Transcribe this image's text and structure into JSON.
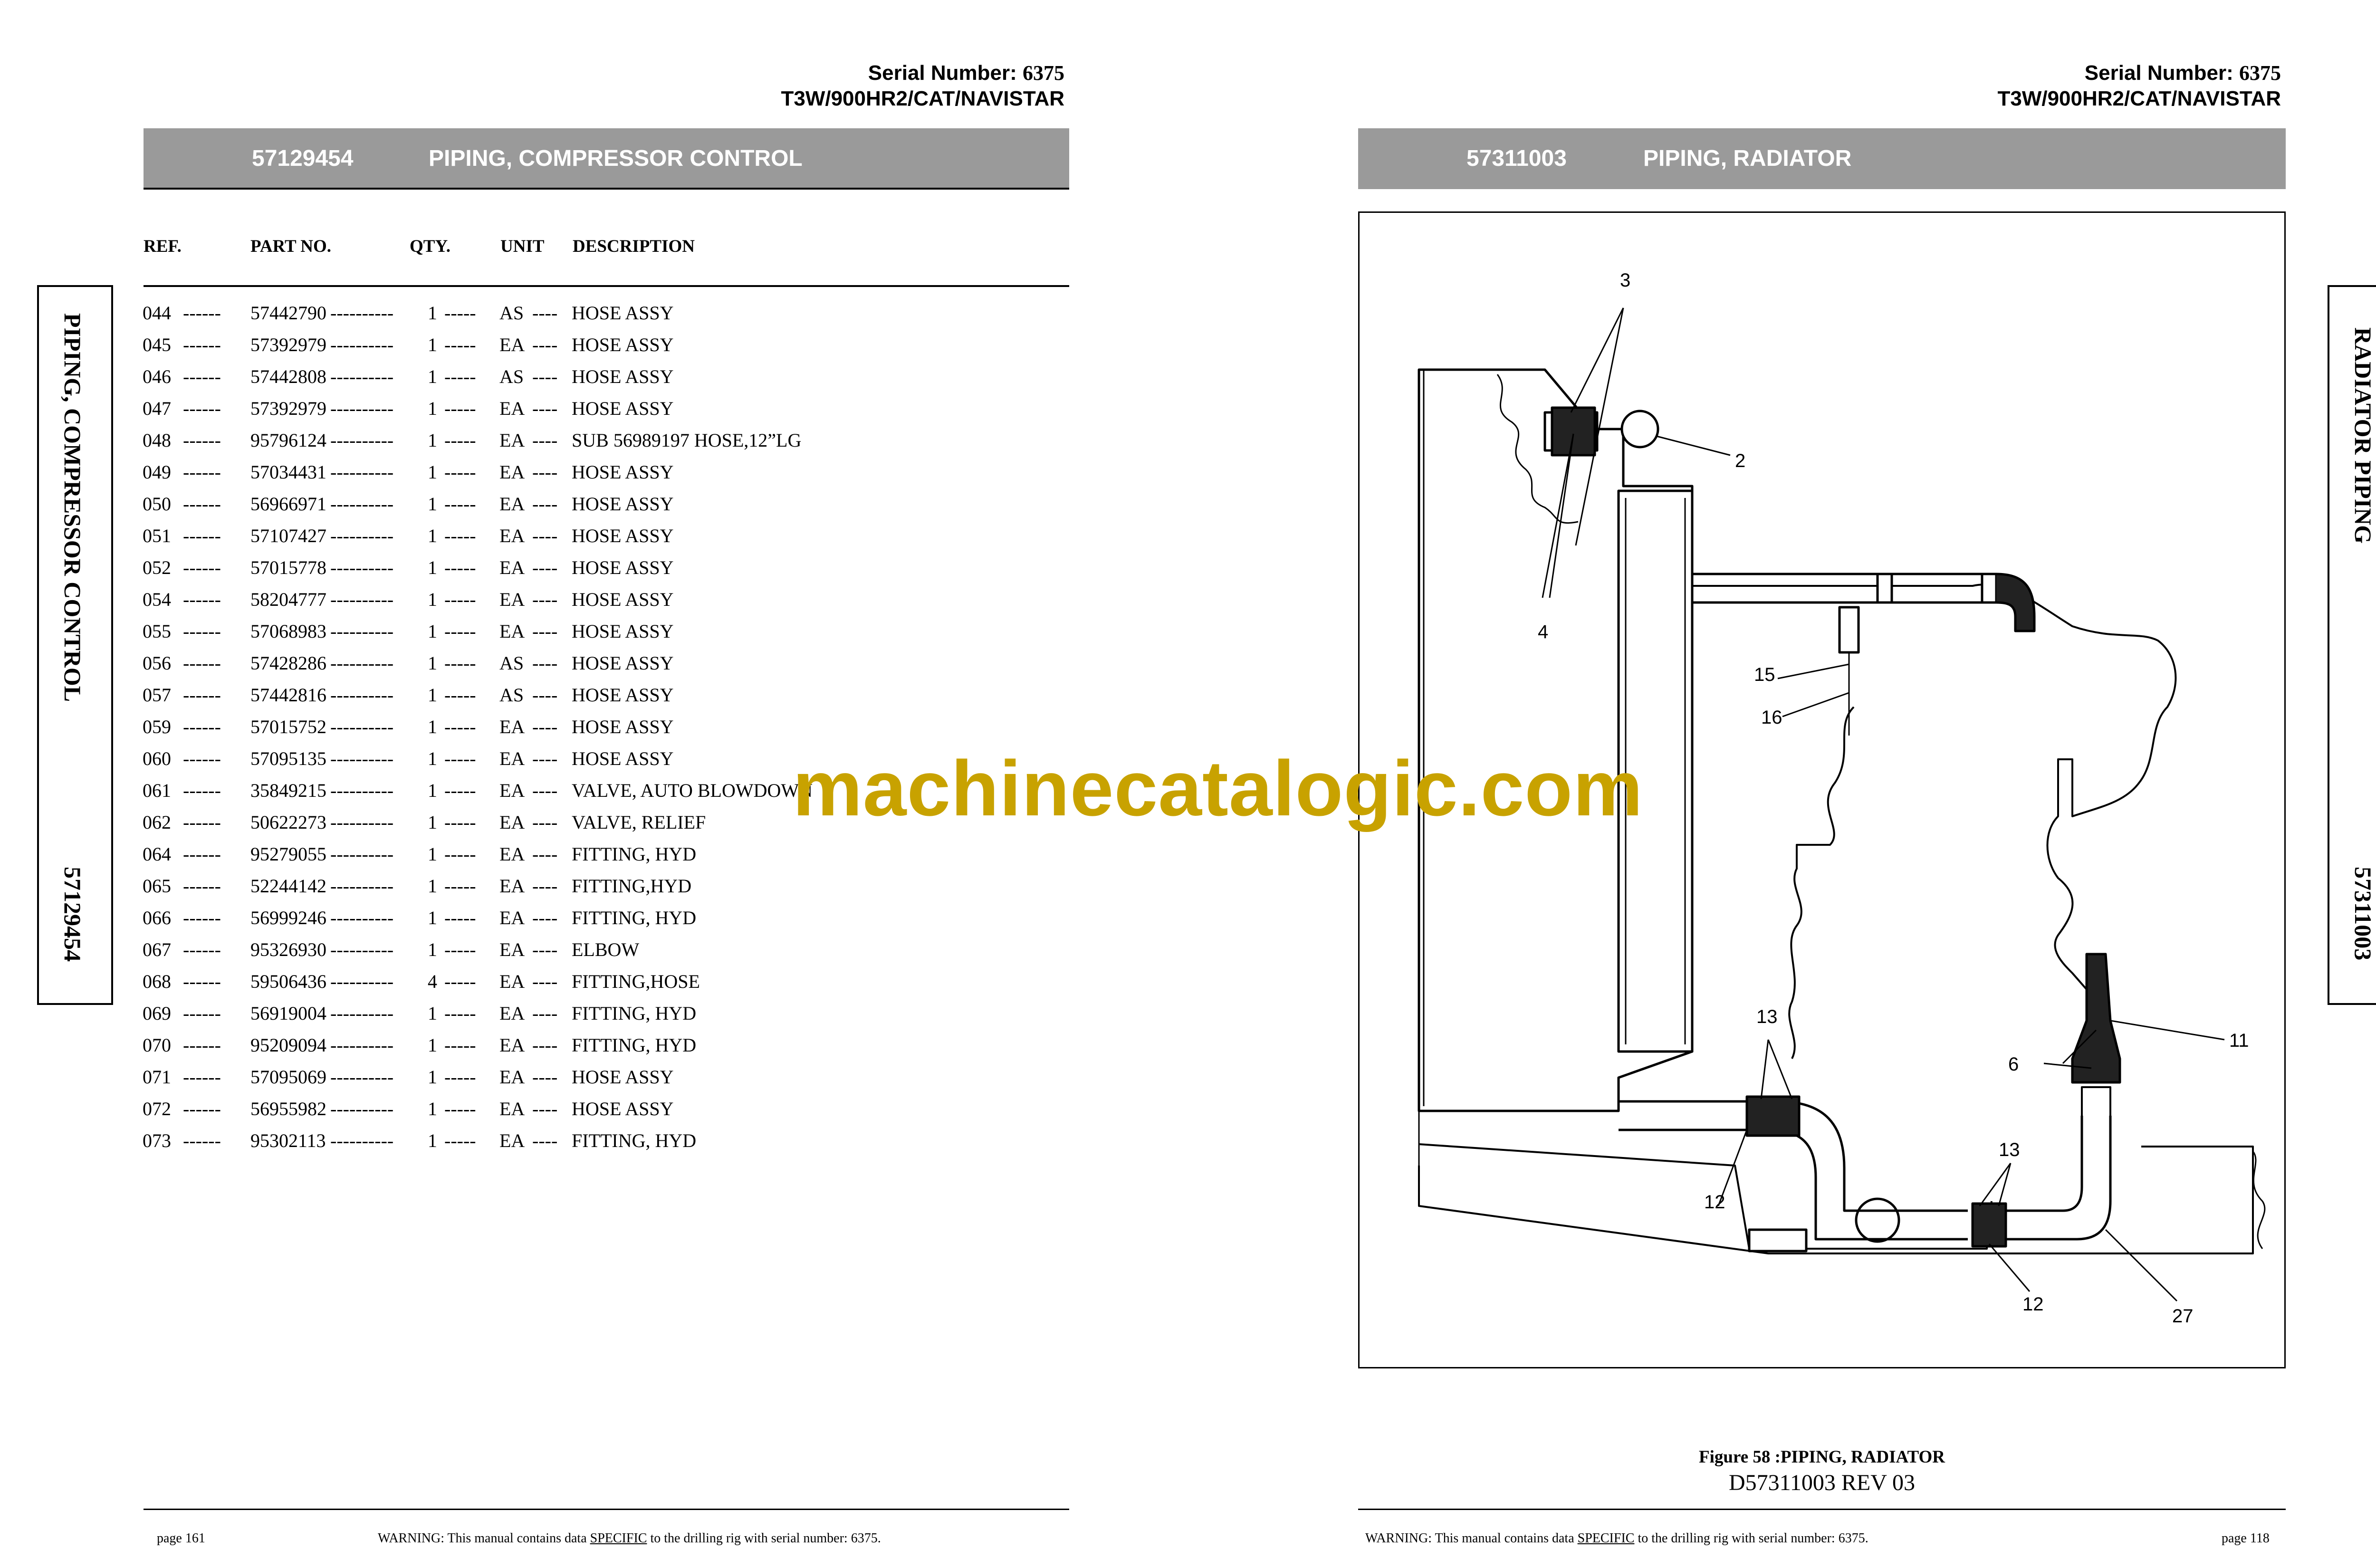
{
  "left_page": {
    "serial_label": "Serial Number:",
    "serial_number": "6375",
    "model": "T3W/900HR2/CAT/NAVISTAR",
    "section_number": "57129454",
    "section_title": "PIPING, COMPRESSOR CONTROL",
    "columns": {
      "ref": "REF.",
      "part_no": "PART NO.",
      "qty": "QTY.",
      "unit": "UNIT",
      "description": "DESCRIPTION"
    },
    "parts": [
      {
        "ref": "044",
        "part": "57442790",
        "qty": "1",
        "unit": "AS",
        "desc": "HOSE ASSY"
      },
      {
        "ref": "045",
        "part": "57392979",
        "qty": "1",
        "unit": "EA",
        "desc": "HOSE ASSY"
      },
      {
        "ref": "046",
        "part": "57442808",
        "qty": "1",
        "unit": "AS",
        "desc": "HOSE ASSY"
      },
      {
        "ref": "047",
        "part": "57392979",
        "qty": "1",
        "unit": "EA",
        "desc": "HOSE ASSY"
      },
      {
        "ref": "048",
        "part": "95796124",
        "qty": "1",
        "unit": "EA",
        "desc": "SUB 56989197 HOSE,12”LG"
      },
      {
        "ref": "049",
        "part": "57034431",
        "qty": "1",
        "unit": "EA",
        "desc": "HOSE ASSY"
      },
      {
        "ref": "050",
        "part": "56966971",
        "qty": "1",
        "unit": "EA",
        "desc": "HOSE ASSY"
      },
      {
        "ref": "051",
        "part": "57107427",
        "qty": "1",
        "unit": "EA",
        "desc": "HOSE ASSY"
      },
      {
        "ref": "052",
        "part": "57015778",
        "qty": "1",
        "unit": "EA",
        "desc": "HOSE ASSY"
      },
      {
        "ref": "054",
        "part": "58204777",
        "qty": "1",
        "unit": "EA",
        "desc": "HOSE ASSY"
      },
      {
        "ref": "055",
        "part": "57068983",
        "qty": "1",
        "unit": "EA",
        "desc": "HOSE ASSY"
      },
      {
        "ref": "056",
        "part": "57428286",
        "qty": "1",
        "unit": "AS",
        "desc": "HOSE ASSY"
      },
      {
        "ref": "057",
        "part": "57442816",
        "qty": "1",
        "unit": "AS",
        "desc": "HOSE ASSY"
      },
      {
        "ref": "059",
        "part": "57015752",
        "qty": "1",
        "unit": "EA",
        "desc": "HOSE ASSY"
      },
      {
        "ref": "060",
        "part": "57095135",
        "qty": "1",
        "unit": "EA",
        "desc": "HOSE ASSY"
      },
      {
        "ref": "061",
        "part": "35849215",
        "qty": "1",
        "unit": "EA",
        "desc": "VALVE, AUTO BLOWDOWN"
      },
      {
        "ref": "062",
        "part": "50622273",
        "qty": "1",
        "unit": "EA",
        "desc": "VALVE, RELIEF"
      },
      {
        "ref": "064",
        "part": "95279055",
        "qty": "1",
        "unit": "EA",
        "desc": "FITTING, HYD"
      },
      {
        "ref": "065",
        "part": "52244142",
        "qty": "1",
        "unit": "EA",
        "desc": "FITTING,HYD"
      },
      {
        "ref": "066",
        "part": "56999246",
        "qty": "1",
        "unit": "EA",
        "desc": "FITTING, HYD"
      },
      {
        "ref": "067",
        "part": "95326930",
        "qty": "1",
        "unit": "EA",
        "desc": "ELBOW"
      },
      {
        "ref": "068",
        "part": "59506436",
        "qty": "4",
        "unit": "EA",
        "desc": "FITTING,HOSE"
      },
      {
        "ref": "069",
        "part": "56919004",
        "qty": "1",
        "unit": "EA",
        "desc": "FITTING, HYD"
      },
      {
        "ref": "070",
        "part": "95209094",
        "qty": "1",
        "unit": "EA",
        "desc": "FITTING, HYD"
      },
      {
        "ref": "071",
        "part": "57095069",
        "qty": "1",
        "unit": "EA",
        "desc": "HOSE ASSY"
      },
      {
        "ref": "072",
        "part": "56955982",
        "qty": "1",
        "unit": "EA",
        "desc": "HOSE ASSY"
      },
      {
        "ref": "073",
        "part": "95302113",
        "qty": "1",
        "unit": "EA",
        "desc": "FITTING, HYD"
      }
    ],
    "side_tab_title": "PIPING, COMPRESSOR CONTROL",
    "side_tab_number": "57129454",
    "page_label": "page 161",
    "warning_pre": "WARNING:  This manual contains data ",
    "warning_specific": "SPECIFIC",
    "warning_post": " to the drilling rig with serial number: 6375."
  },
  "right_page": {
    "serial_label": "Serial Number:",
    "serial_number": "6375",
    "model": "T3W/900HR2/CAT/NAVISTAR",
    "section_number": "57311003",
    "section_title": "PIPING, RADIATOR",
    "callouts": [
      "3",
      "2",
      "4",
      "15",
      "16",
      "11",
      "13",
      "6",
      "12",
      "13",
      "12",
      "27"
    ],
    "figure_caption": "Figure 58 :PIPING, RADIATOR",
    "drawing_number": "D57311003 REV 03",
    "side_tab_title": "RADIATOR PIPING",
    "side_tab_number": "57311003",
    "page_label": "page 118",
    "warning_pre": "WARNING:  This manual contains data ",
    "warning_specific": "SPECIFIC",
    "warning_post": " to the drilling rig with serial number: 6375."
  },
  "watermark": "machinecatalogic.com"
}
